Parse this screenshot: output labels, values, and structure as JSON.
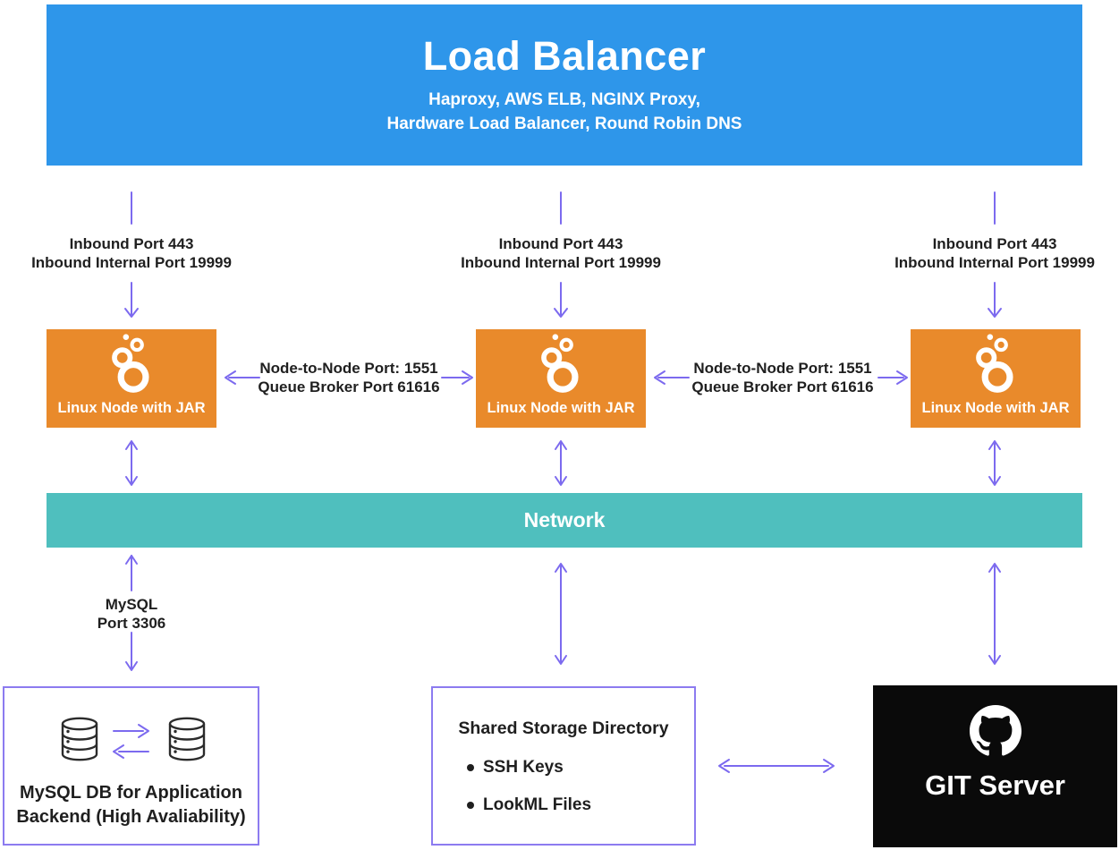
{
  "load_balancer": {
    "title": "Load Balancer",
    "subtitle1": "Haproxy, AWS ELB, NGINX Proxy,",
    "subtitle2": "Hardware Load Balancer, Round Robin DNS"
  },
  "inbound": {
    "line1": "Inbound Port 443",
    "line2": "Inbound Internal Port 19999"
  },
  "node": {
    "label": "Linux Node with JAR",
    "icon": "looker-circles-icon"
  },
  "node_link": {
    "line1": "Node-to-Node Port: 1551",
    "line2": "Queue Broker Port 61616"
  },
  "network": {
    "label": "Network"
  },
  "mysql_link": {
    "line1": "MySQL",
    "line2": "Port 3306"
  },
  "mysql_db": {
    "line1": "MySQL DB for Application",
    "line2": "Backend (High Avaliability)",
    "icon": "database-icon"
  },
  "shared_storage": {
    "title": "Shared Storage Directory",
    "items": [
      "SSH Keys",
      "LookML Files"
    ]
  },
  "git_server": {
    "label": "GIT Server",
    "icon": "github-icon"
  },
  "colors": {
    "blue": "#2E96EA",
    "orange": "#E98A2B",
    "teal": "#4FBFBE",
    "purple": "#7C6AEF",
    "border_purple": "#8C7BF0",
    "black": "#0A0A0A",
    "text_dark": "#1F1F1F"
  }
}
